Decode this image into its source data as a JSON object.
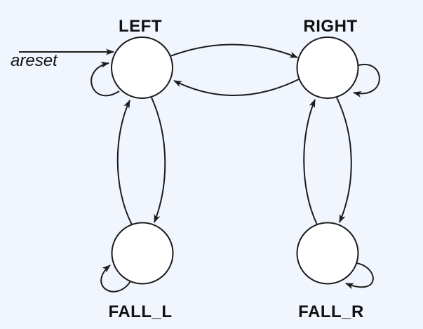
{
  "diagram": {
    "type": "state-machine",
    "reset_label": "areset",
    "colors": {
      "background": "#f0f5fe",
      "line": "#1c1c1c",
      "node_fill": "#ffffff",
      "text": "#111111"
    },
    "nodes": [
      {
        "id": "left",
        "label": "LEFT"
      },
      {
        "id": "right",
        "label": "RIGHT"
      },
      {
        "id": "fall_l",
        "label": "FALL_L"
      },
      {
        "id": "fall_r",
        "label": "FALL_R"
      }
    ],
    "edges": [
      {
        "id": "reset-to-left",
        "from": "areset",
        "to": "LEFT"
      },
      {
        "id": "left-to-right",
        "from": "LEFT",
        "to": "RIGHT"
      },
      {
        "id": "right-to-left",
        "from": "RIGHT",
        "to": "LEFT"
      },
      {
        "id": "left-self",
        "from": "LEFT",
        "to": "LEFT"
      },
      {
        "id": "right-self",
        "from": "RIGHT",
        "to": "RIGHT"
      },
      {
        "id": "left-to-fall-l",
        "from": "LEFT",
        "to": "FALL_L"
      },
      {
        "id": "fall-l-to-left",
        "from": "FALL_L",
        "to": "LEFT"
      },
      {
        "id": "right-to-fall-r",
        "from": "RIGHT",
        "to": "FALL_R"
      },
      {
        "id": "fall-r-to-right",
        "from": "FALL_R",
        "to": "RIGHT"
      },
      {
        "id": "fall-l-self",
        "from": "FALL_L",
        "to": "FALL_L"
      },
      {
        "id": "fall-r-self",
        "from": "FALL_R",
        "to": "FALL_R"
      }
    ]
  }
}
